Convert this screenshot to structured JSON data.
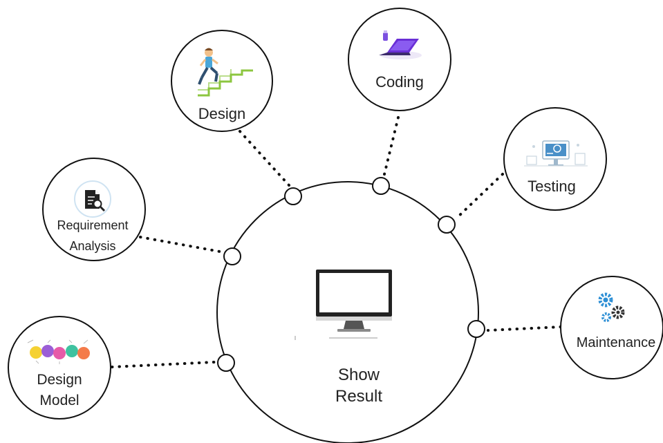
{
  "hub": {
    "label_line1": "Show",
    "label_line2": "Result",
    "icon": "monitor-icon"
  },
  "nodes": {
    "design": {
      "label": "Design",
      "icon": "person-climbing-stairs-icon"
    },
    "coding": {
      "label": "Coding",
      "icon": "laptop-icon"
    },
    "testing": {
      "label": "Testing",
      "icon": "testing-dashboard-icon"
    },
    "requirement_analysis": {
      "label_line1": "Requirement",
      "label_line2": "Analysis",
      "icon": "document-search-icon"
    },
    "maintenance": {
      "label": "Maintenance",
      "icon": "gears-icon"
    },
    "design_model": {
      "label_line1": "Design",
      "label_line2": "Model",
      "icon": "colored-circles-icon"
    }
  },
  "colors": {
    "stroke": "#111111",
    "stair_green": "#8cc63f",
    "laptop_purple": "#6a2fd6",
    "testing_blue": "#4a90c8",
    "gear_blue": "#2d8fd5",
    "gear_dark": "#333333"
  }
}
